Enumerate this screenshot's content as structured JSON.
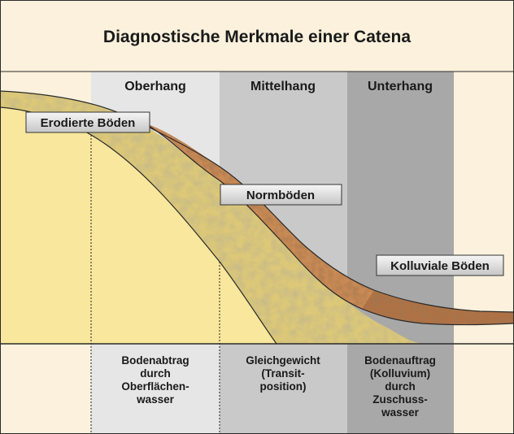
{
  "title": "Diagnostische Merkmale einer Catena",
  "columns": [
    {
      "name": "Oberhang",
      "desc": [
        "Bodenabtrag",
        "durch",
        "Oberflächen-",
        "wasser"
      ]
    },
    {
      "name": "Mittelhang",
      "desc": [
        "Gleichgewicht",
        "(Transit-",
        "position)"
      ]
    },
    {
      "name": "Unterhang",
      "desc": [
        "Bodenauftrag",
        "(Kolluvium)",
        "durch",
        "Zuschuss-",
        "wasser"
      ]
    }
  ],
  "soil_labels": {
    "eroded": "Erodierte Böden",
    "normal": "Normböden",
    "colluvial": "Kolluviale Böden"
  },
  "colors": {
    "frame_bg": "#fbf1dc",
    "col_oberhang": "#e6e6e6",
    "col_mittelhang": "#c9c9c9",
    "col_unterhang": "#a8a8a8",
    "subsoil": "#f8e79c",
    "texture_band": "#d9c577",
    "normal_band": "#c98a55",
    "colluvial_band": "#9a5f3a"
  }
}
